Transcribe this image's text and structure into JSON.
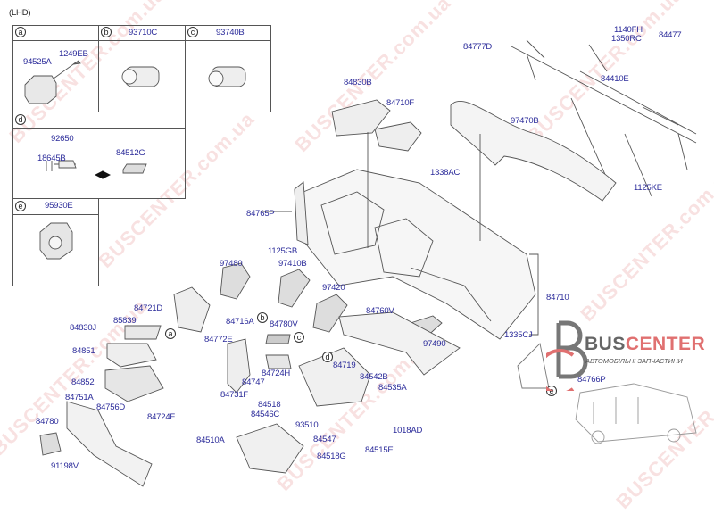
{
  "header": {
    "variant": "(LHD)"
  },
  "watermark": {
    "text": "BUSCENTER.com.ua"
  },
  "logo": {
    "name_gray": "BUS",
    "name_red": "CENTER",
    "subtitle": "АВТОМОБІЛЬНІ ЗАПЧАСТИНИ"
  },
  "inset_boxes": {
    "a": {
      "letter": "a",
      "parts": [
        "94525A",
        "1249EB"
      ]
    },
    "b": {
      "letter": "b",
      "title": "93710C"
    },
    "c": {
      "letter": "c",
      "title": "93740B"
    },
    "d": {
      "letter": "d",
      "parts": [
        "92650",
        "18645B",
        "84512G"
      ]
    },
    "e": {
      "letter": "e",
      "title": "95930E"
    }
  },
  "callouts": [
    "a",
    "b",
    "c",
    "d",
    "e"
  ],
  "parts": {
    "p84830B": "84830B",
    "p84710F": "84710F",
    "p97470B": "97470B",
    "p84410E": "84410E",
    "p84777D": "84777D",
    "p1140FH": "1140FH",
    "p1350RC": "1350RC",
    "p84477": "84477",
    "p1338AC": "1338AC",
    "p84765P": "84765P",
    "p1125GB": "1125GB",
    "p97410B": "97410B",
    "p1125KE": "1125KE",
    "p97480": "97480",
    "p97420": "97420",
    "p84710": "84710",
    "p84760V": "84760V",
    "p1335CJ": "1335CJ",
    "p97490": "97490",
    "p84721D": "84721D",
    "p85839": "85839",
    "p84830J": "84830J",
    "p84716A": "84716A",
    "p84780V": "84780V",
    "p84772E": "84772E",
    "p84851": "84851",
    "p84724H": "84724H",
    "p84747": "84747",
    "p84852": "84852",
    "p84731F": "84731F",
    "p84751A": "84751A",
    "p84756D": "84756D",
    "p84724F": "84724F",
    "p84780": "84780",
    "p84719": "84719",
    "p84542B": "84542B",
    "p84535A": "84535A",
    "p84518": "84518",
    "p84546C": "84546C",
    "p93510": "93510",
    "p1018AD": "1018AD",
    "p84547": "84547",
    "p84510A": "84510A",
    "p84515E": "84515E",
    "p84518G": "84518G",
    "p91198V": "91198V",
    "p84766P": "84766P"
  }
}
